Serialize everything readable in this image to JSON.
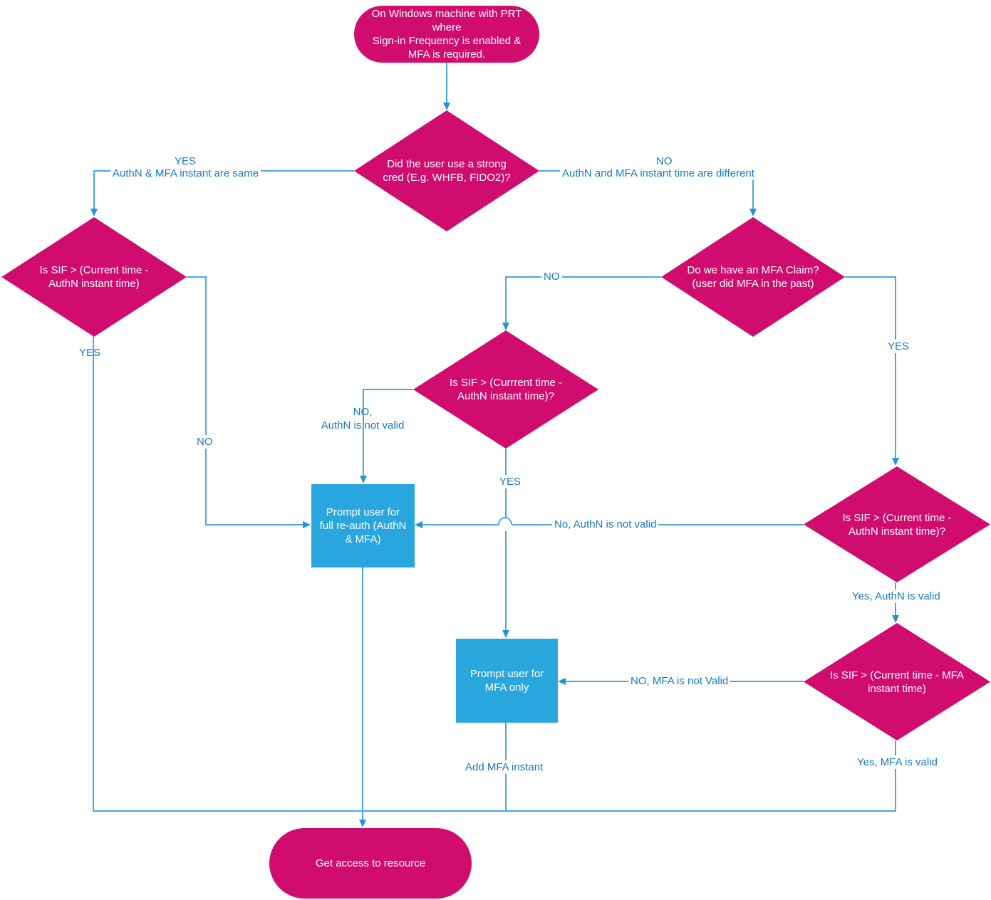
{
  "colors": {
    "node_pink": "#d00d6e",
    "node_blue": "#2aa6df",
    "connector": "#4aa8dd",
    "arrowhead": "#2196d3",
    "label_text": "#1879c0"
  },
  "nodes": {
    "start": "On Windows machine with PRT\nwhere\nSign-in Frequency is enabled &\nMFA is required.",
    "strong_cred": "Did the user use a strong\ncred (E.g. WHFB, FIDO2)?",
    "sif_left": "Is SIF > (Current time -\nAuthN instant time)",
    "mfa_claim": "Do we have an MFA Claim?\n(user did MFA in the past)",
    "sif_center": "Is SIF > (Currrent time -\nAuthN instant time)?",
    "sif_right": "Is SIF > (Current time -\nAuthN instant time)?",
    "sif_mfa": "Is SIF > (Current time - MFA\ninstant time)",
    "full_reauth": "Prompt user for\nfull re-auth (AuthN\n& MFA)",
    "mfa_only": "Prompt user for\nMFA only",
    "get_access": "Get access to resource"
  },
  "labels": {
    "strong_yes": "YES",
    "strong_yes_desc": "AuthN & MFA instant are same",
    "strong_no": "NO",
    "strong_no_desc": "AuthN and MFA instant time are different",
    "sif_left_yes": "YES",
    "sif_left_no": "NO",
    "claim_no": "NO",
    "claim_yes": "YES",
    "center_no": "NO,\nAuthN is not valid",
    "center_yes": "YES",
    "right_no": "No, AuthN is not valid",
    "right_yes": "Yes, AuthN is valid",
    "mfa_no": "NO, MFA is not Valid",
    "mfa_yes": "Yes, MFA is valid",
    "add_mfa": "Add MFA instant"
  }
}
